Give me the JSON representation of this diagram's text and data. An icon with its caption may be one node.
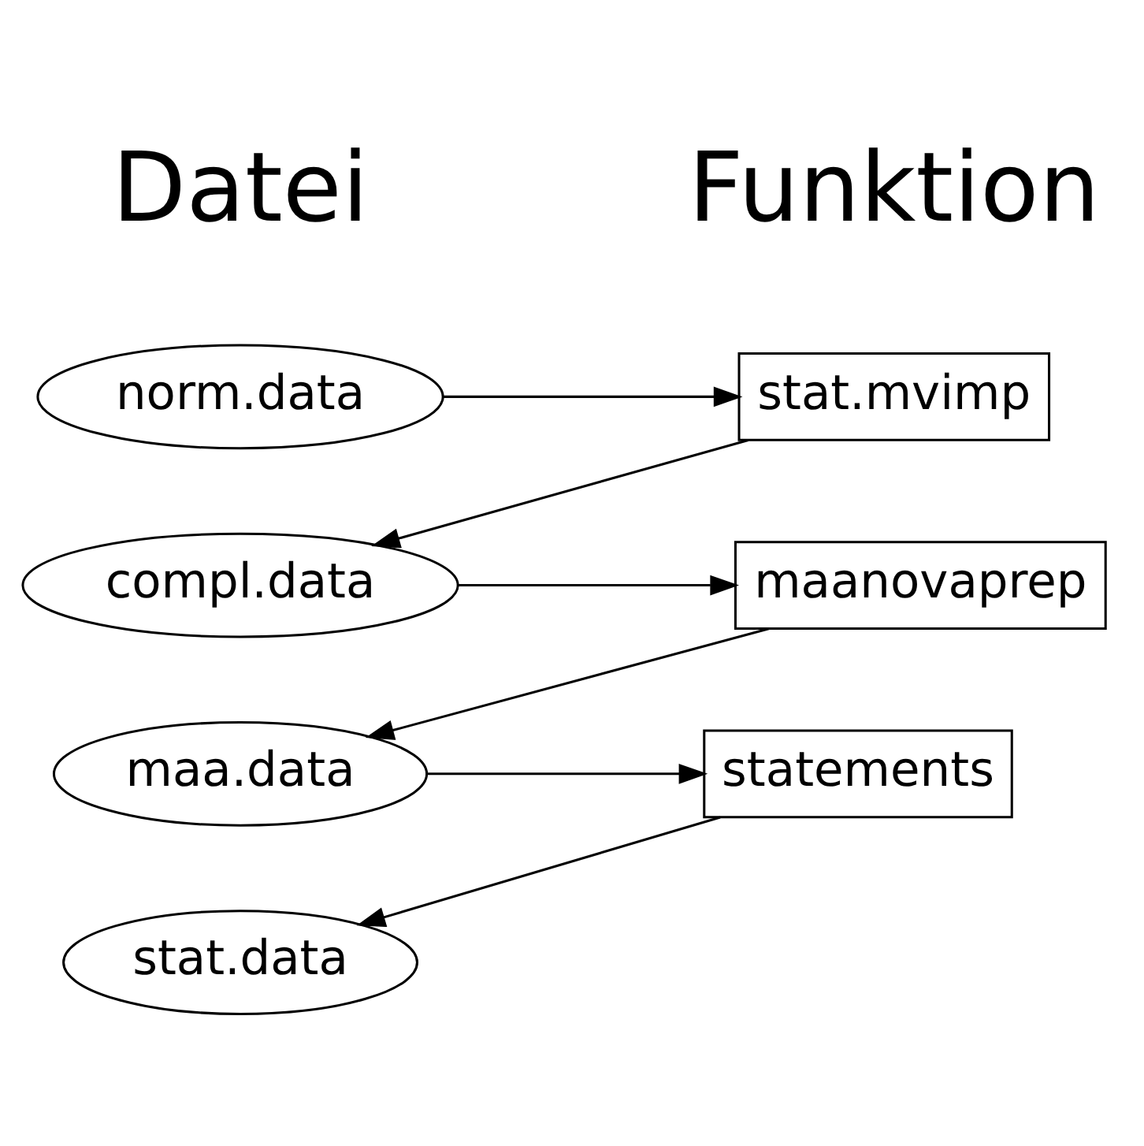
{
  "diagram": {
    "nodes": [
      {
        "text": [
          "norm.data"
        ]
      },
      {
        "text": [
          "stat.mvimp"
        ]
      },
      {
        "text": [
          "compl.data"
        ]
      },
      {
        "text": [
          "maanovaprep"
        ]
      },
      {
        "text": [
          "maa.data"
        ]
      },
      {
        "text": [
          "statements"
        ]
      },
      {
        "text": [
          "stat.data"
        ]
      }
    ],
    "edges": [
      {
        "from": 0,
        "to": 1,
        "arrow": "to"
      },
      {
        "from": 1,
        "to": 2,
        "arrow": "to"
      },
      {
        "from": 2,
        "to": 3,
        "arrow": "to"
      },
      {
        "from": 3,
        "to": 4,
        "arrow": "to"
      },
      {
        "from": 4,
        "to": 5,
        "arrow": "to"
      },
      {
        "from": 5,
        "to": 6,
        "arrow": "to"
      }
    ],
    "labels": [
      "Datei",
      "Funktion"
    ]
  }
}
